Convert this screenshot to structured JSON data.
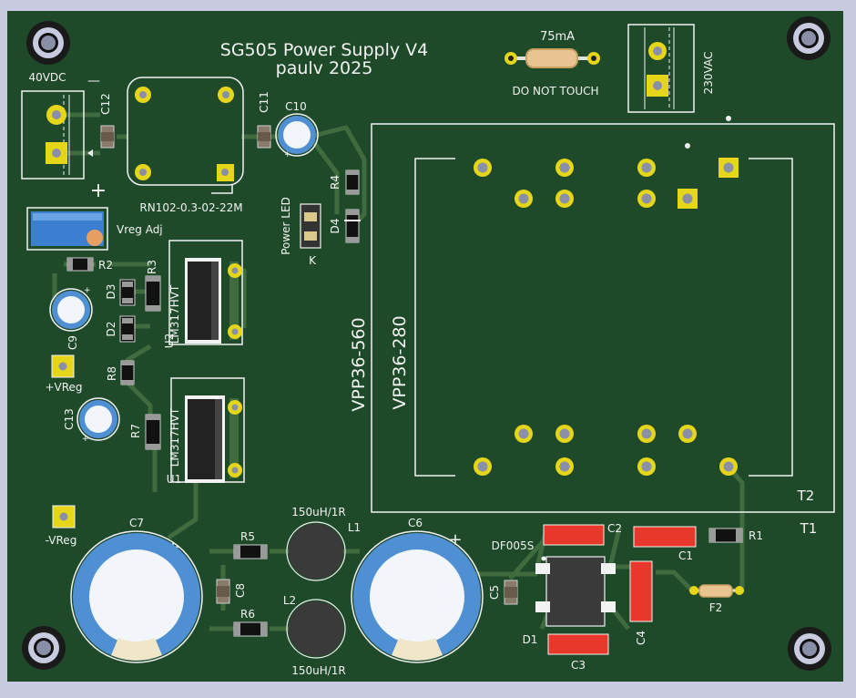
{
  "board": {
    "title": "SG505 Power Supply V4",
    "author": "paulv 2025",
    "colors": {
      "background": "#c8cbe0",
      "pcb": "#1f4a2a",
      "copper": "#3f6b3f",
      "silk": "#f2f2f2",
      "pad": "#e6d619",
      "smd_red": "#e8382c",
      "cap_blue": "#4f8fd4"
    }
  },
  "labels": {
    "fuse_rating": "75mA",
    "warning": "DO NOT TOUCH",
    "mains": "230VAC",
    "dc_input": "40VDC",
    "minus_sign": "—",
    "plus_sign": "+",
    "dc_converter": "RN102-0.3-02-22M",
    "vreg_adj": "Vreg Adj",
    "power_led": "Power LED",
    "led_k": "K",
    "transformer_outer": "VPP36-560",
    "transformer_inner": "VPP36-280",
    "t2": "T2",
    "t1": "T1",
    "plus_vreg": "+VReg",
    "minus_vreg": "-VReg",
    "inductor_top": "150uH/1R",
    "inductor_bottom": "150uH/1R",
    "bridge": "DF005S"
  },
  "refs": {
    "c12": "C12",
    "c11": "C11",
    "c10": "C10",
    "r4": "R4",
    "d4": "D4",
    "r2": "R2",
    "r3": "R3",
    "d3": "D3",
    "d2": "D2",
    "c9": "C9",
    "r8": "R8",
    "r7": "R7",
    "c13": "C13",
    "u2": "U2",
    "u1": "U1",
    "u2_part": "LM317HVT",
    "u1_part": "LM317HVT",
    "c7": "C7",
    "c6": "C6",
    "r5": "R5",
    "r6": "R6",
    "c8": "C8",
    "l1": "L1",
    "l2": "L2",
    "c5": "C5",
    "d1": "D1",
    "c1": "C1",
    "c2": "C2",
    "c3": "C3",
    "c4": "C4",
    "r1": "R1",
    "f2": "F2"
  }
}
